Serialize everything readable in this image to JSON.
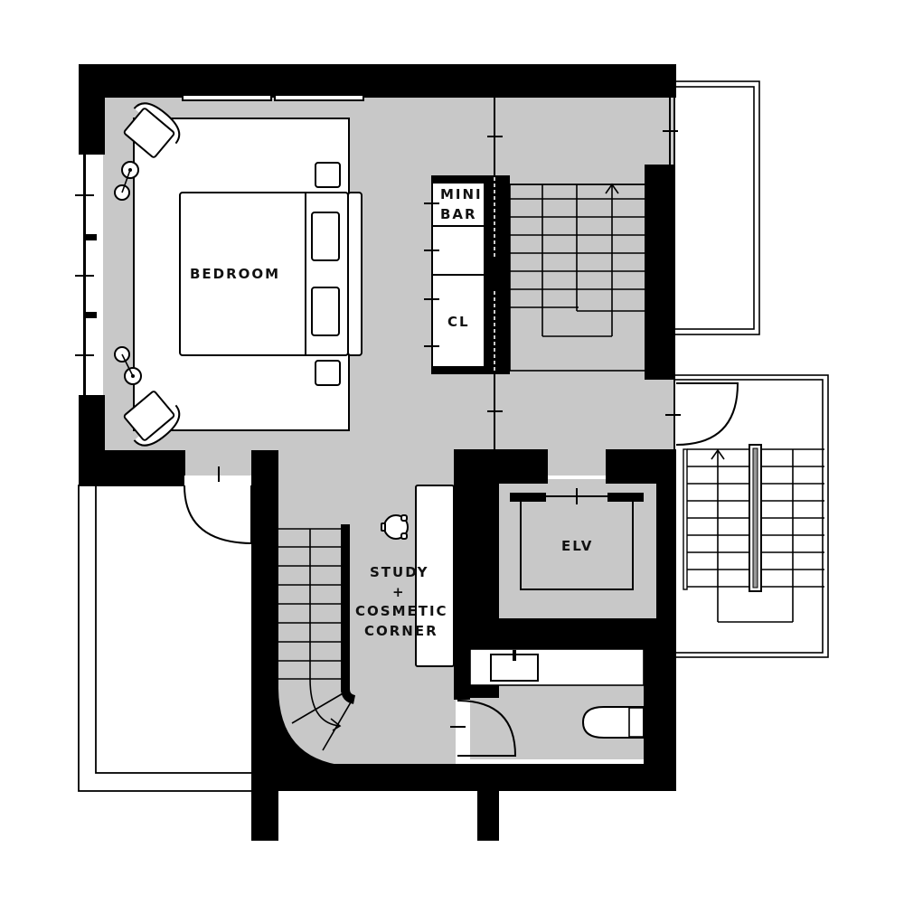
{
  "plan": {
    "type": "floor-plan",
    "colors": {
      "wall": "#000000",
      "floor": "#c8c8c8",
      "furniture": "#ffffff",
      "background": "#ffffff"
    }
  },
  "rooms": {
    "bedroom": {
      "label": "BEDROOM"
    },
    "minibar": {
      "line1": "MINI",
      "line2": "BAR"
    },
    "closet": {
      "label": "CL"
    },
    "study": {
      "line1": "STUDY",
      "line2": "+",
      "line3": "COSMETIC",
      "line4": "CORNER"
    },
    "elevator": {
      "label": "ELV"
    }
  },
  "icons": [
    "double-bed-icon",
    "armchair-icon",
    "side-table-icon",
    "nightstand-icon",
    "door-swing-icon",
    "staircase-icon",
    "stair-up-arrow-icon",
    "elevator-icon",
    "sink-icon",
    "toilet-icon",
    "desk-chair-icon",
    "balcony-icon"
  ]
}
